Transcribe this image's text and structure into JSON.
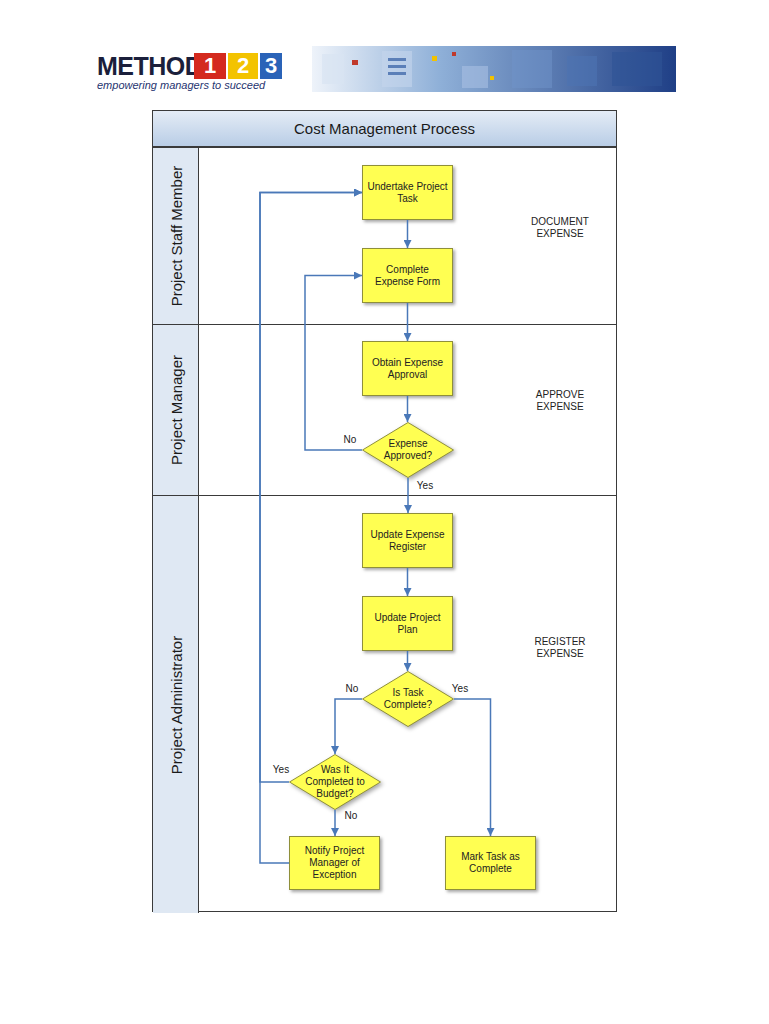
{
  "diagram": {
    "title": "Cost Management Process",
    "nodes": [
      {
        "text": [
          "Project Staff Member"
        ]
      },
      {
        "text": [
          "Undertake Project Task"
        ],
        "in": 0
      },
      {
        "text": [
          "Complete Expense Form"
        ],
        "in": 0
      },
      {
        "text": [
          "Project Manager"
        ]
      },
      {
        "text": [
          "Obtain Expense Approval"
        ],
        "in": 3
      },
      {
        "text": [
          "Expense Approved?"
        ],
        "in": 3
      },
      {
        "text": [
          "Project Administrator"
        ]
      },
      {
        "text": [
          "Update Expense Register"
        ],
        "in": 6
      },
      {
        "text": [
          "Update Project Plan"
        ],
        "in": 6
      },
      {
        "text": [
          "Is Task Complete?"
        ],
        "in": 6
      },
      {
        "text": [
          "Was It Completed to Budget?"
        ],
        "in": 6
      },
      {
        "text": [
          "Notify Project Manager of Exception"
        ],
        "in": 6
      },
      {
        "text": [
          "Mark Task as Complete"
        ],
        "in": 6
      }
    ],
    "edges": [
      {
        "from": 1,
        "to": 2,
        "arrow": "to"
      },
      {
        "from": 2,
        "to": 4,
        "arrow": "to"
      },
      {
        "from": 4,
        "to": 5,
        "arrow": "to"
      },
      {
        "from": 5,
        "to": 2,
        "label": "No",
        "arrow": "to"
      },
      {
        "from": 5,
        "to": 7,
        "label": "Yes",
        "arrow": "to"
      },
      {
        "from": 7,
        "to": 8,
        "arrow": "to"
      },
      {
        "from": 8,
        "to": 9,
        "arrow": "to"
      },
      {
        "from": 9,
        "to": 10,
        "label": "No",
        "arrow": "to"
      },
      {
        "from": 9,
        "to": 12,
        "label": "Yes",
        "arrow": "to"
      },
      {
        "from": 10,
        "to": 1,
        "label": "Yes",
        "arrow": "to"
      },
      {
        "from": 10,
        "to": 11,
        "label": "No",
        "arrow": "to"
      },
      {
        "from": 11,
        "to": 1,
        "arrow": "to"
      }
    ],
    "labels": [
      "METHOD",
      "1",
      "2",
      "3",
      "empowering managers to succeed",
      "DOCUMENT EXPENSE",
      "APPROVE EXPENSE",
      "REGISTER EXPENSE"
    ]
  }
}
